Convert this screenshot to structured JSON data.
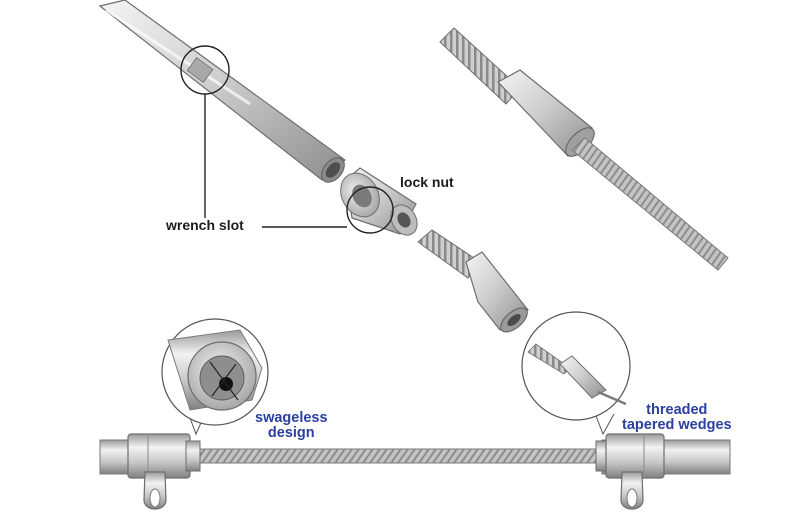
{
  "labels": {
    "lock_nut": "lock nut",
    "wrench_slot": "wrench slot",
    "swageless_line1": "swageless",
    "swageless_line2": "design",
    "threaded_line1": "threaded",
    "threaded_line2": "tapered wedges"
  },
  "colors": {
    "label_dark": "#1c1c1c",
    "label_blue": "#2b3f9f",
    "steel_light": "#e4e4e4",
    "steel_mid": "#b8b8b8",
    "steel_dark": "#7d7d7d",
    "outline": "#6e6e6e",
    "leader_line": "#222222"
  },
  "icons": [
    "tube-body",
    "lock-nut",
    "threaded-wedge",
    "cable",
    "callout-magnifier",
    "eye-end"
  ]
}
